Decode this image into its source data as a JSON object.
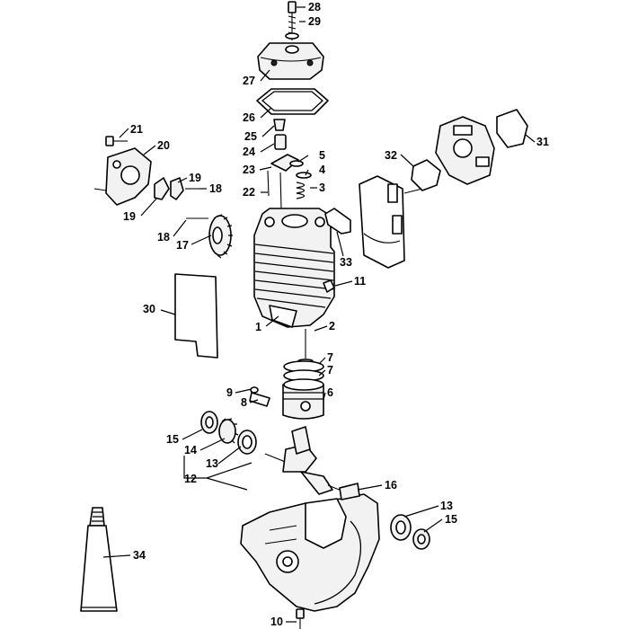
{
  "diagram": {
    "callouts": [
      "28",
      "29",
      "27",
      "26",
      "25",
      "24",
      "23",
      "22",
      "5",
      "4",
      "3",
      "21",
      "20",
      "19",
      "18",
      "19",
      "18",
      "17",
      "32",
      "31",
      "33",
      "11",
      "30",
      "1",
      "2",
      "7",
      "7",
      "9",
      "8",
      "6",
      "15",
      "14",
      "13",
      "12",
      "16",
      "13",
      "15",
      "34",
      "10"
    ]
  }
}
